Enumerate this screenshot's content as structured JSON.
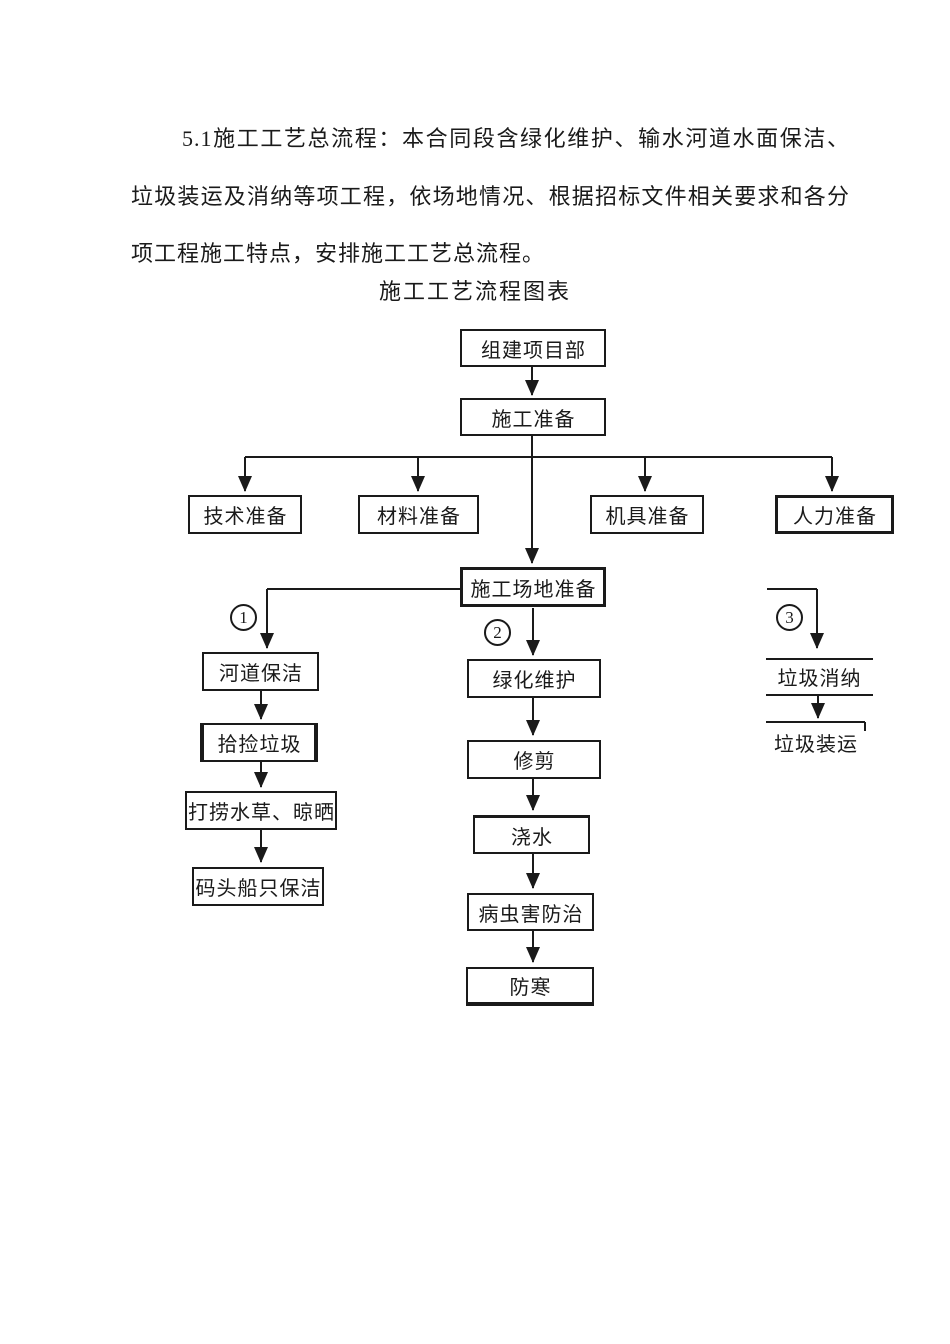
{
  "colors": {
    "ink": "#1a1a1a",
    "paper": "#ffffff"
  },
  "document": {
    "paragraph": "5.1施工工艺总流程：本合同段含绿化维护、输水河道水面保洁、垃圾装运及消纳等项工程，依场地情况、根据招标文件相关要求和各分项工程施工特点，安排施工工艺总流程。",
    "chart_title": "施工工艺流程图表"
  },
  "flowchart": {
    "nodes": {
      "org": "组建项目部",
      "prep": "施工准备",
      "tech": "技术准备",
      "material": "材料准备",
      "machine": "机具准备",
      "labor": "人力准备",
      "site": "施工场地准备",
      "river": "河道保洁",
      "pickup": "拾捡垃圾",
      "salvage": "打捞水草、晾晒",
      "dock": "码头船只保洁",
      "green": "绿化维护",
      "prune": "修剪",
      "water": "浇水",
      "pest": "病虫害防治",
      "cold": "防寒"
    },
    "open_labels": {
      "disposal": "垃圾消纳",
      "transport": "垃圾装运"
    },
    "branch_markers": {
      "b1": "1",
      "b2": "2",
      "b3": "3"
    },
    "edges": [
      [
        "org",
        "prep"
      ],
      [
        "prep",
        "tech"
      ],
      [
        "prep",
        "material"
      ],
      [
        "prep",
        "machine"
      ],
      [
        "prep",
        "labor"
      ],
      [
        "prep",
        "site"
      ],
      [
        "site",
        "river"
      ],
      [
        "site",
        "green"
      ],
      [
        "site",
        "disposal"
      ],
      [
        "river",
        "pickup"
      ],
      [
        "pickup",
        "salvage"
      ],
      [
        "salvage",
        "dock"
      ],
      [
        "green",
        "prune"
      ],
      [
        "prune",
        "water"
      ],
      [
        "water",
        "pest"
      ],
      [
        "pest",
        "cold"
      ],
      [
        "disposal",
        "transport"
      ]
    ]
  }
}
